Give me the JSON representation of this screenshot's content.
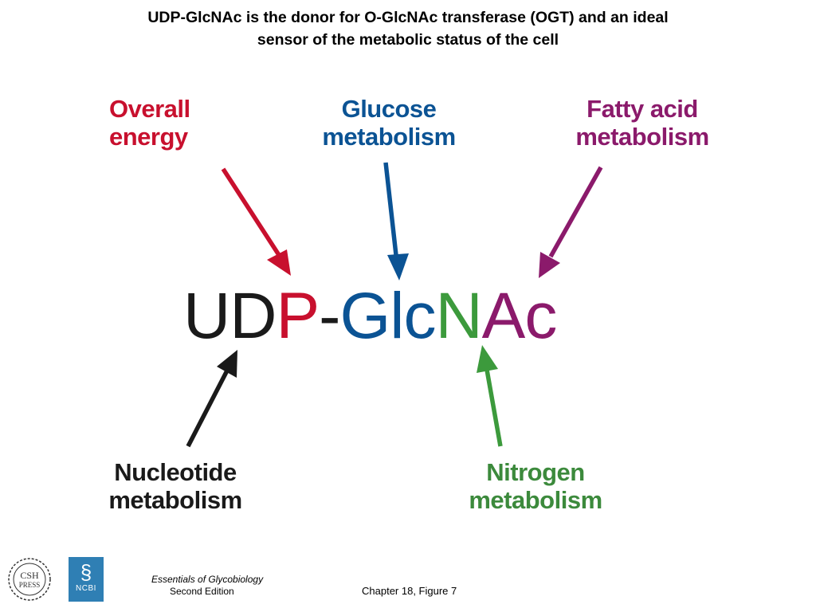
{
  "title": {
    "line1": "UDP-GlcNAc is the donor for O-GlcNAc transferase (OGT) and an ideal",
    "line2": "sensor of the metabolic status of the cell"
  },
  "labels": {
    "energy": [
      "Overall",
      "energy"
    ],
    "glucose": [
      "Glucose",
      "metabolism"
    ],
    "fatty": [
      "Fatty acid",
      "metabolism"
    ],
    "nucleotide": [
      "Nucleotide",
      "metabolism"
    ],
    "nitrogen": [
      "Nitrogen",
      "metabolism"
    ]
  },
  "molecule": {
    "ud": "UD",
    "p": "P",
    "dash": "-",
    "glc": "Glc",
    "n": "N",
    "ac": "Ac"
  },
  "colors": {
    "energy": "#c8102e",
    "glucose": "#0b5394",
    "fatty": "#8b1a6b",
    "nucleotide": "#1a1a1a",
    "nitrogen": "#3c9a3c",
    "nitrogen_text": "#3c8a3c"
  },
  "footer": {
    "publisher_logo_text": "CSH PRESS",
    "ncbi_text": "NCBI",
    "book_title": "Essentials of Glycobiology",
    "edition": "Second Edition",
    "chapter": "Chapter 18, Figure  7"
  }
}
